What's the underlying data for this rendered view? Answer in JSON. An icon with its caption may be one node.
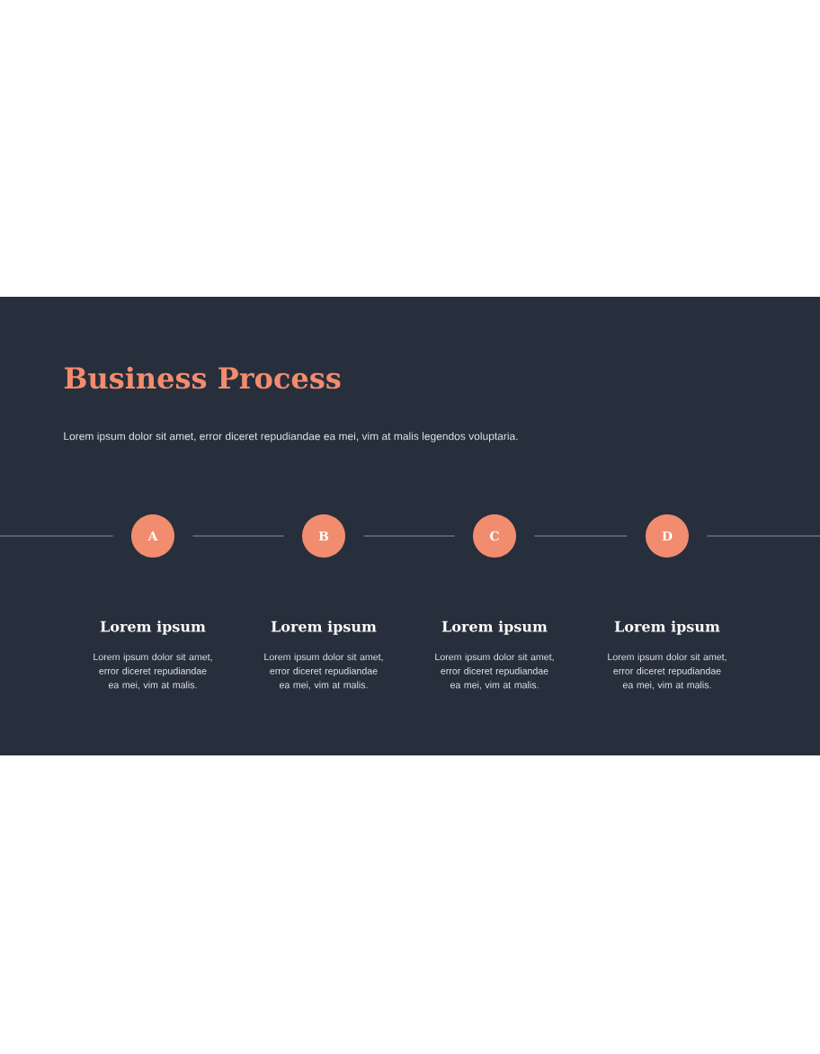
{
  "diagram": {
    "title": "Business Process",
    "caption": "Lorem ipsum dolor sit amet, error diceret repudiandae ea mei, vim at malis legendos voluptaria.",
    "nodes": [
      {
        "text": [
          "A"
        ],
        "beside": [
          "Lorem ipsum",
          "Lorem ipsum dolor sit amet, error diceret repudiandae ea mei, vim at malis."
        ]
      },
      {
        "text": [
          "B"
        ],
        "beside": [
          "Lorem ipsum",
          "Lorem ipsum dolor sit amet, error diceret repudiandae ea mei, vim at malis."
        ]
      },
      {
        "text": [
          "C"
        ],
        "beside": [
          "Lorem ipsum",
          "Lorem ipsum dolor sit amet, error diceret repudiandae ea mei, vim at malis."
        ]
      },
      {
        "text": [
          "D"
        ],
        "beside": [
          "Lorem ipsum",
          "Lorem ipsum dolor sit amet, error diceret repudiandae ea mei, vim at malis."
        ]
      }
    ],
    "edges": [
      {
        "from": null,
        "to": 0,
        "arrow": "none"
      },
      {
        "from": 0,
        "to": 1,
        "arrow": "none"
      },
      {
        "from": 1,
        "to": 2,
        "arrow": "none"
      },
      {
        "from": 2,
        "to": 3,
        "arrow": "none"
      },
      {
        "from": 3,
        "to": null,
        "arrow": "none"
      }
    ]
  }
}
